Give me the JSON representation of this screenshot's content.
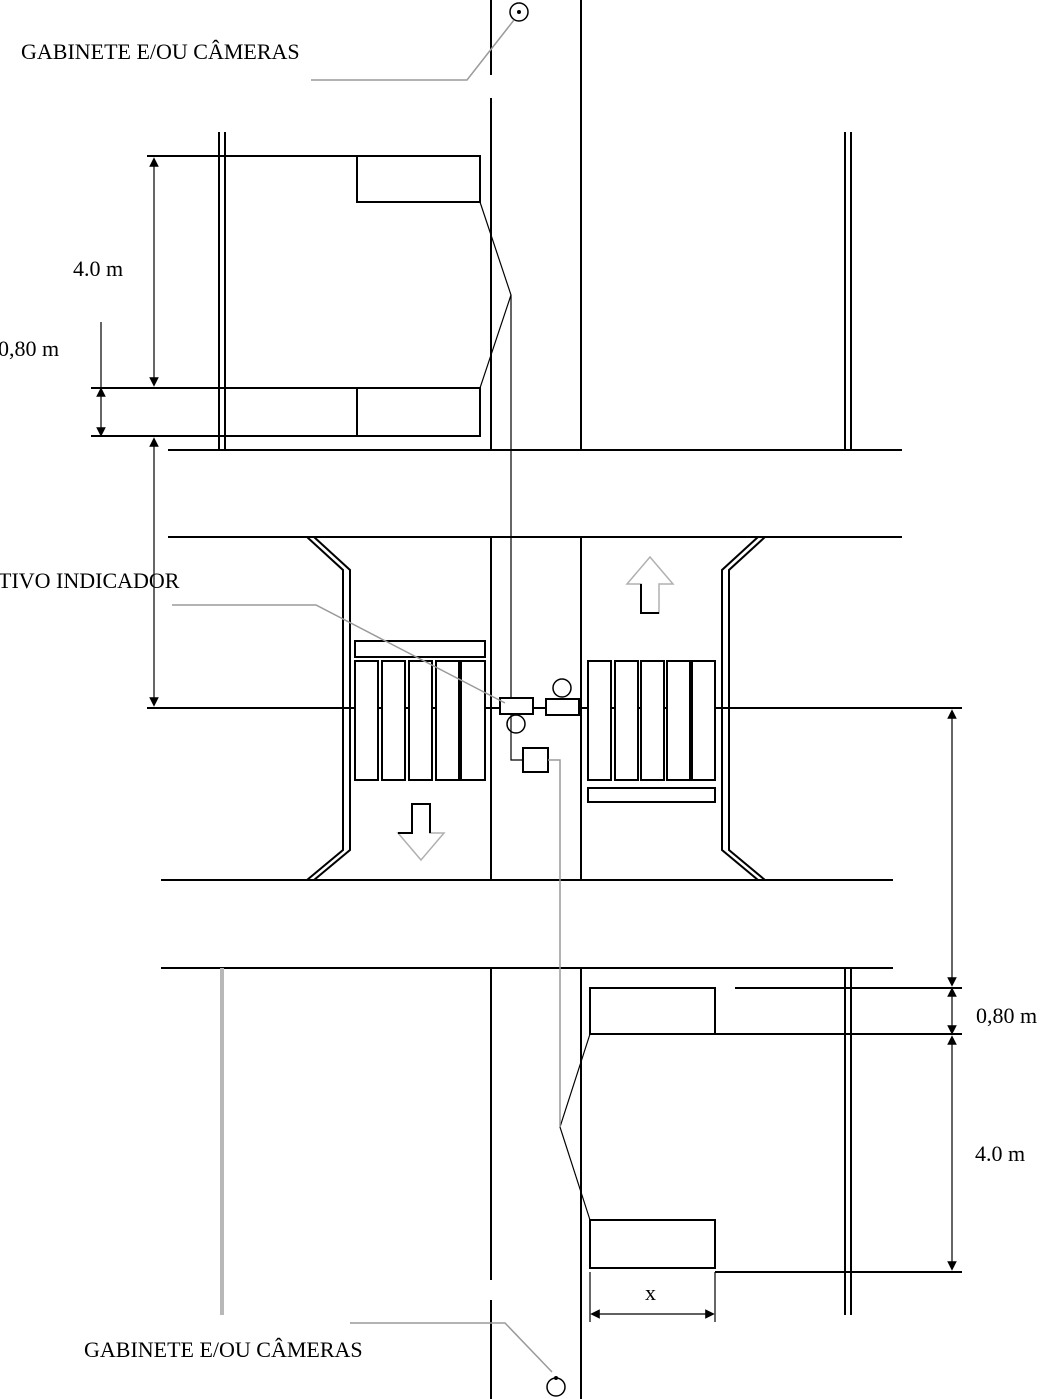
{
  "labels": {
    "cabinet_top": "GABINETE E/OU CÂMERAS",
    "cabinet_bottom": "GABINETE E/OU CÂMERAS",
    "indicator": "TIVO INDICADOR",
    "dim_top_loop": "4.0 m",
    "dim_top_gap": "0,80 m",
    "dim_bottom_gap": "0,80 m",
    "dim_bottom_loop": "4.0 m",
    "dim_x": "x"
  },
  "colors": {
    "line": "#000000",
    "leader": "#9a9a9a",
    "cable": "#b8b8b8",
    "background": "#ffffff"
  }
}
